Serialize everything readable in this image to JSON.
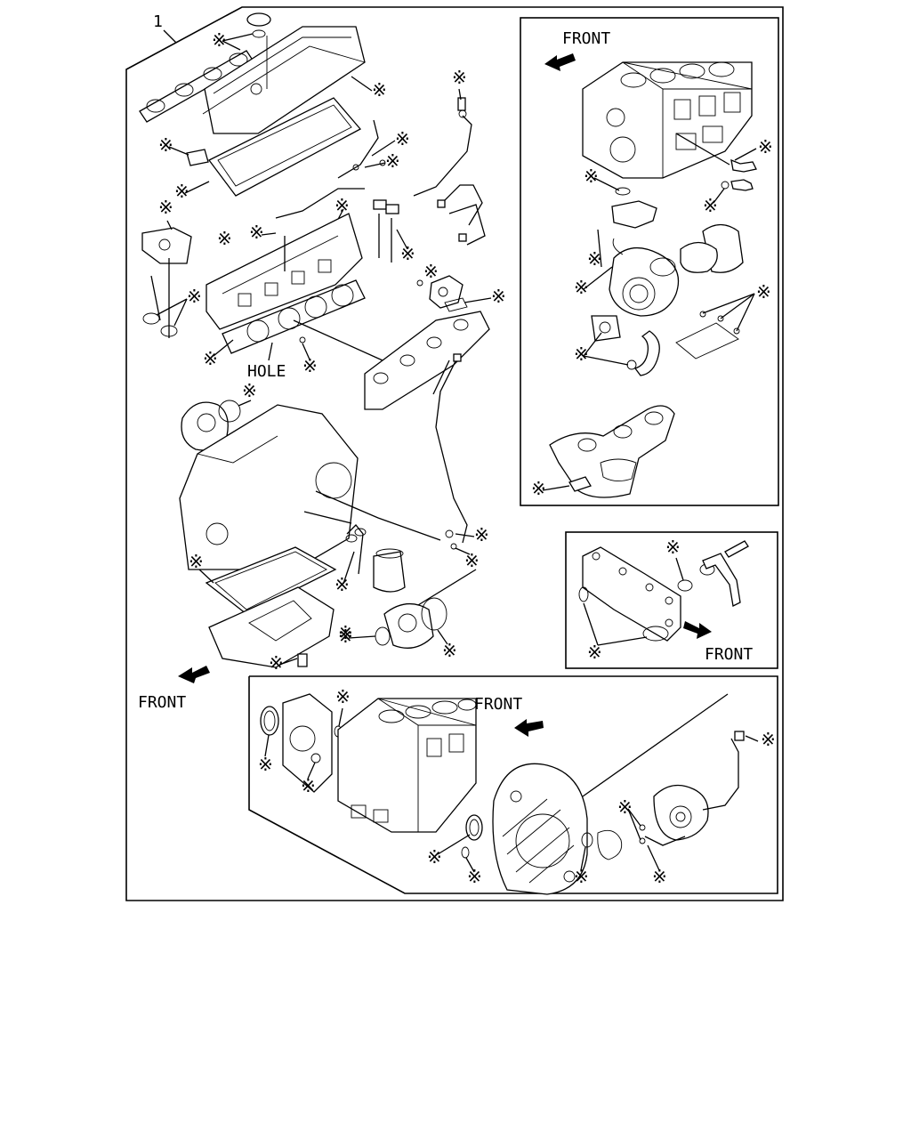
{
  "diagram": {
    "item_number": "1",
    "callout_mark": "※",
    "labels": {
      "front_top_right": "FRONT",
      "front_mid_right": "FRONT",
      "front_left": "FRONT",
      "front_bottom": "FRONT",
      "hole": "HOLE"
    }
  }
}
